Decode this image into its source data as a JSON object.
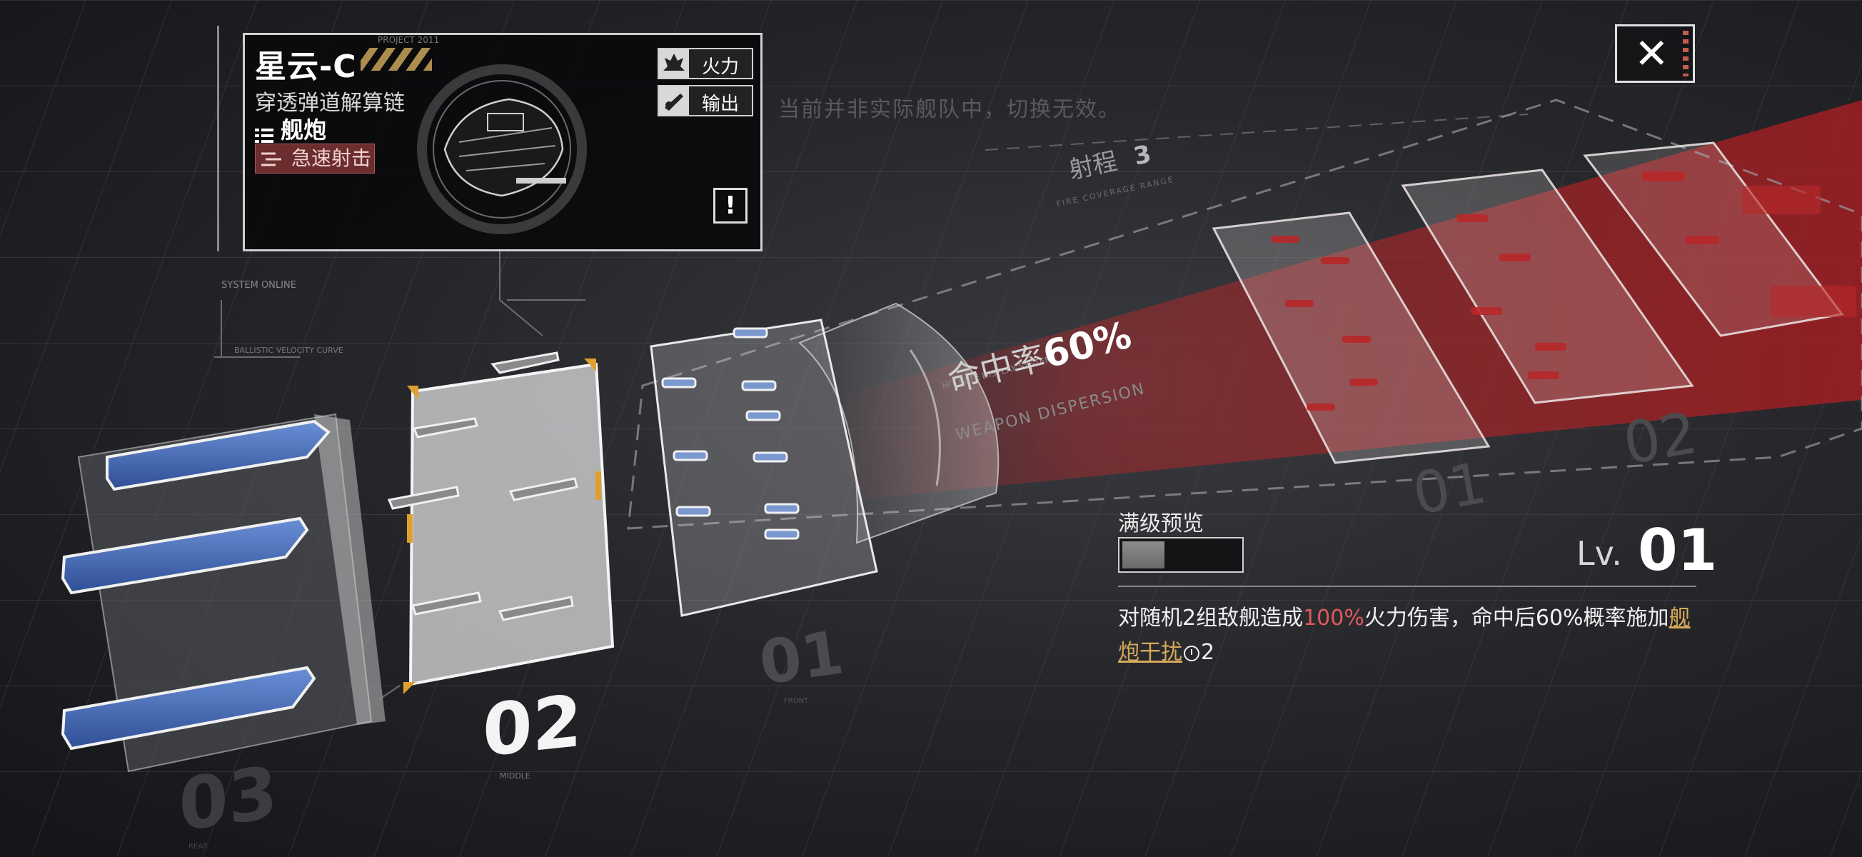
{
  "weapon": {
    "name": "星云-C",
    "subtitle": "穿透弹道解算链",
    "type": "舰炮",
    "skill_tag": "急速射击",
    "project_code": "PROJECT 2011",
    "icons": [
      "hazard-stripe",
      "weapon-turret-render",
      "gun-icon",
      "arrows-icon"
    ]
  },
  "stats": {
    "firepower_label": "火力",
    "output_label": "输出"
  },
  "info_button_label": "!",
  "system_online": "SYSTEM ONLINE",
  "ballistic_caption": "BALLISTIC VELOCITY CURVE",
  "notice": "当前并非实际舰队中，切换无效。",
  "range": {
    "label": "射程",
    "value": "3",
    "sub": "FIRE COVERAGE RANGE"
  },
  "hit_rate": {
    "label": "命中率",
    "value": "60%",
    "sub": "WEAPON DISPERSION",
    "display_system": "HIT RATE DISPLAY SYSTEM"
  },
  "rows": {
    "front": {
      "num": "01",
      "sub": "FRONT"
    },
    "middle": {
      "num": "02",
      "sub": "MIDDLE"
    },
    "rear": {
      "num": "03",
      "sub": "REAR"
    }
  },
  "enemy_rows": {
    "r1": "01",
    "r2": "02"
  },
  "preview": {
    "label": "满级预览",
    "level_fraction": 0.35
  },
  "level": {
    "prefix": "Lv.",
    "value": "01"
  },
  "description": {
    "part1": "对随机2组敌舰造成",
    "percent": "100%",
    "part2": "火力伤害，命中后60%概率施加",
    "effect": "舰炮干扰",
    "duration": "2"
  },
  "close_icon": "close-x-icon",
  "colors": {
    "enemy_red": "#b8282a",
    "ally_blue": "#3f68b8",
    "accent_gold": "#d6a85a",
    "tag_red": "#6b2d2d"
  }
}
